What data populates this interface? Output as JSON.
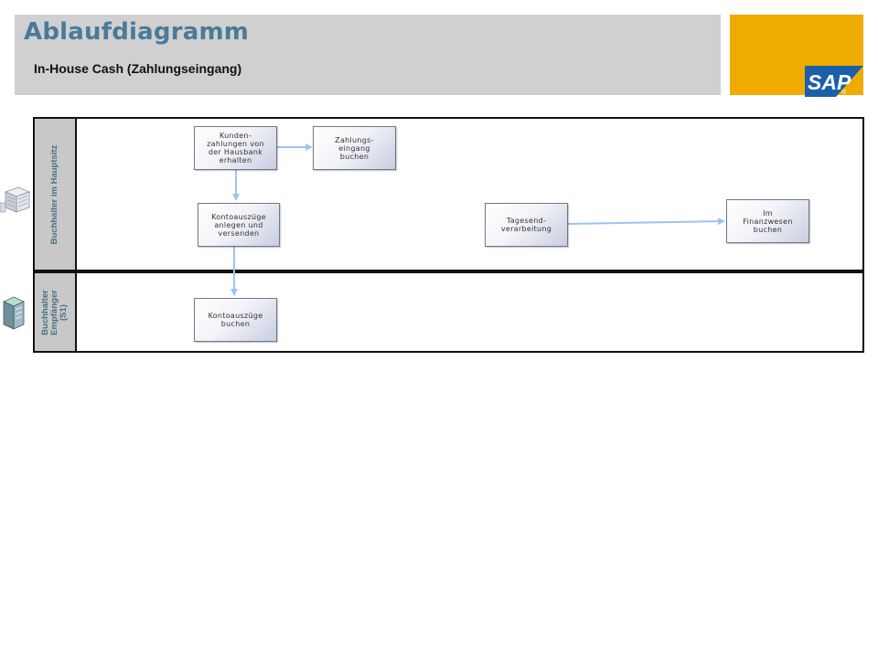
{
  "header": {
    "title": "Ablaufdiagramm",
    "subtitle": "In-House Cash (Zahlungseingang)",
    "logo_text": "SAP"
  },
  "colors": {
    "title": "#4a7a99",
    "logo_bg": "#f0ab00",
    "logo_blue": "#1b5fa8",
    "lane_label_text": "#4a6f86",
    "arrow": "#9cc4f0"
  },
  "lanes": [
    {
      "label_line1": "Buchhalter im Hauptsitz",
      "icon": "building-icon"
    },
    {
      "label_line1": "Buchhalter",
      "label_line2": "Empfänger",
      "label_line3": "(S1)",
      "icon": "server-icon"
    }
  ],
  "nodes": {
    "kundenzahlungen": "Kunden-\nzahlungen von\nder Hausbank\nerhalten",
    "zahlungseingang": "Zahlungs-\neingang\nbuchen",
    "kontoauszuege_anlegen": "Kontoauszüge\nanlegen und\nversenden",
    "tagesendverarbeitung": "Tagesend-\nverarbeitung",
    "finanzwesen": "Im\nFinanzwesen\nbuchen",
    "kontoauszuege_buchen": "Kontoauszüge\nbuchen"
  }
}
